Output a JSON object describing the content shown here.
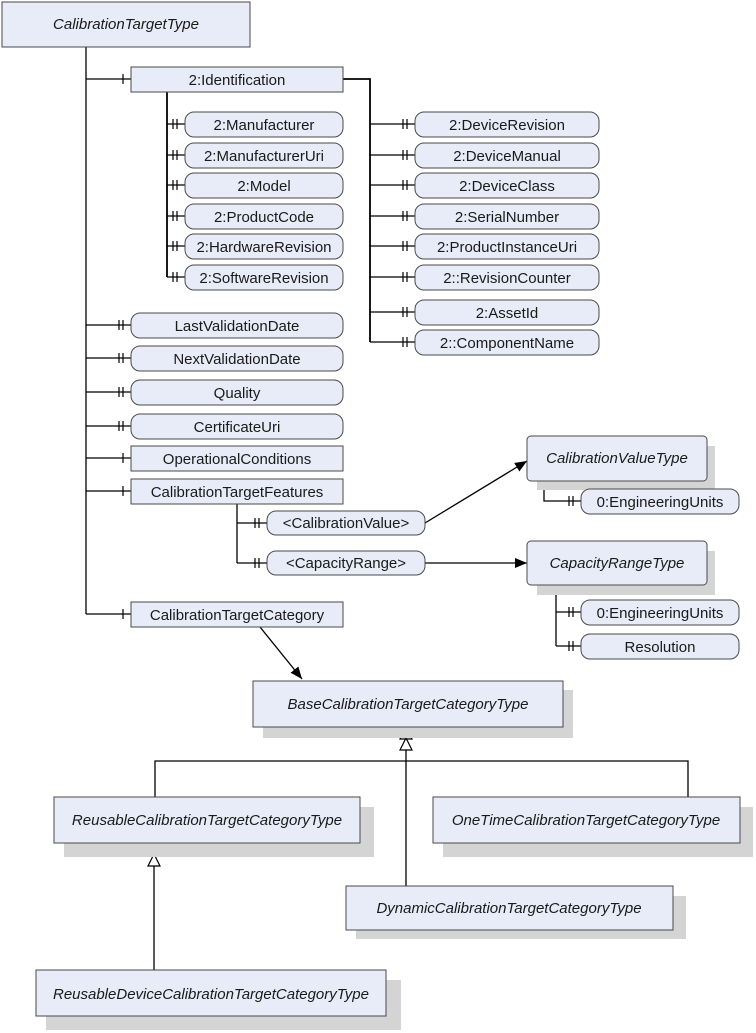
{
  "colors": {
    "fill": "#e8ecf8",
    "stroke": "#4a4a4a",
    "shadow": "#d4d4d4",
    "line": "#000000"
  },
  "nodes": {
    "calibration_target_type": "CalibrationTargetType",
    "identification": "2:Identification",
    "manufacturer": "2:Manufacturer",
    "manufacturer_uri": "2:ManufacturerUri",
    "model": "2:Model",
    "product_code": "2:ProductCode",
    "hardware_revision": "2:HardwareRevision",
    "software_revision": "2:SoftwareRevision",
    "device_revision": "2:DeviceRevision",
    "device_manual": "2:DeviceManual",
    "device_class": "2:DeviceClass",
    "serial_number": "2:SerialNumber",
    "product_instance_uri": "2:ProductInstanceUri",
    "revision_counter": "2::RevisionCounter",
    "asset_id": "2:AssetId",
    "component_name": "2::ComponentName",
    "last_validation_date": "LastValidationDate",
    "next_validation_date": "NextValidationDate",
    "quality": "Quality",
    "certificate_uri": "CertificateUri",
    "operational_conditions": "OperationalConditions",
    "calibration_target_features": "CalibrationTargetFeatures",
    "calibration_value": "<CalibrationValue>",
    "capacity_range": "<CapacityRange>",
    "calibration_value_type": "CalibrationValueType",
    "cvt_engineering_units": "0:EngineeringUnits",
    "capacity_range_type": "CapacityRangeType",
    "crt_engineering_units": "0:EngineeringUnits",
    "resolution": "Resolution",
    "calibration_target_category": "CalibrationTargetCategory",
    "base_category_type": "BaseCalibrationTargetCategoryType",
    "reusable_category_type": "ReusableCalibrationTargetCategoryType",
    "onetime_category_type": "OneTimeCalibrationTargetCategoryType",
    "dynamic_category_type": "DynamicCalibrationTargetCategoryType",
    "reusable_device_category_type": "ReusableDeviceCalibrationTargetCategoryType"
  }
}
